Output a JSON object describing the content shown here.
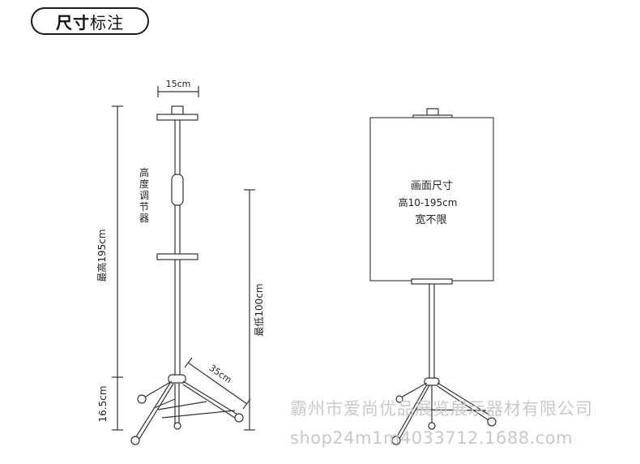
{
  "header": {
    "title_bold": "尺寸",
    "title_normal": "标注"
  },
  "left_stand": {
    "top_width": "15cm",
    "adjuster_label": [
      "高",
      "度",
      "调",
      "节",
      "器"
    ],
    "max_height": "最高195cm",
    "min_height": "最低100cm",
    "base_height": "16.5cm",
    "leg_length": "35cm"
  },
  "right_stand": {
    "line1": "画面尺寸",
    "line2": "高10-195cm",
    "line3": "宽不限"
  },
  "watermark": {
    "line1": "霸州市爱尚优品展览展示器材有限公司",
    "line2": "shop24m1m4033712.1688.com"
  },
  "colors": {
    "line": "#333333",
    "board_border": "#444444",
    "watermark": "#c9c9c9"
  }
}
